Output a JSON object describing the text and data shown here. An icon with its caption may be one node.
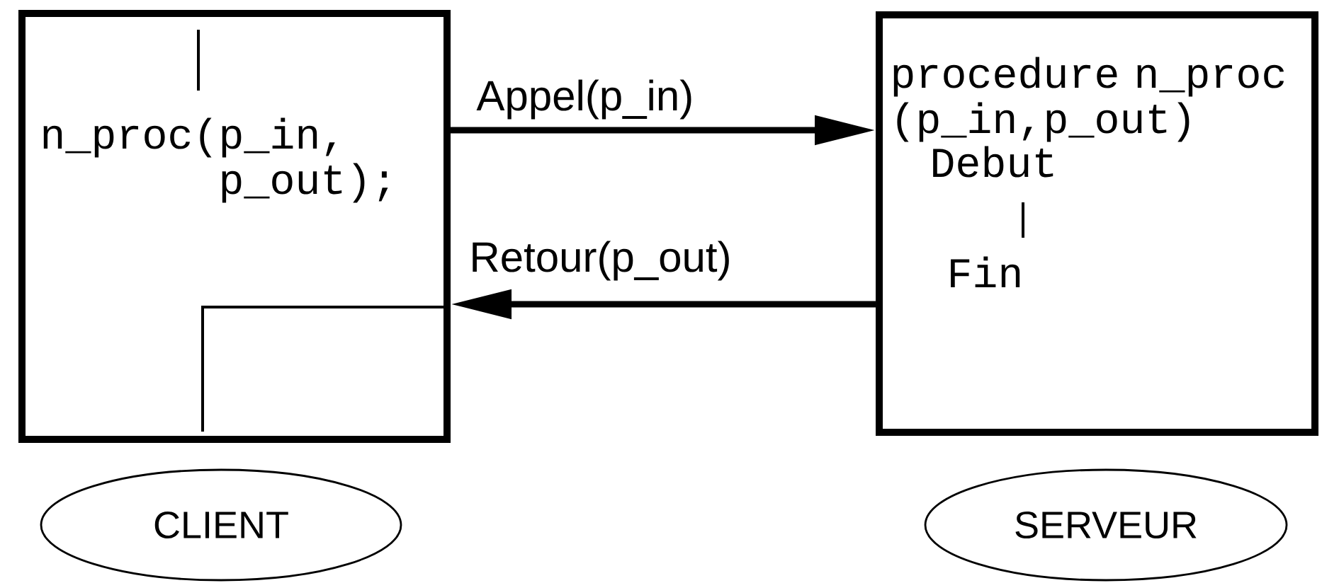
{
  "diagram": {
    "nodes": [
      {
        "text": [
          "n_proc(p_in, p_out);"
        ]
      },
      {
        "text": [
          "procedure n_proc (p_in,p_out)",
          "Debut",
          "Fin"
        ]
      },
      {
        "text": [
          "CLIENT"
        ]
      },
      {
        "text": [
          "SERVEUR"
        ]
      }
    ],
    "edges": [
      {
        "from": 0,
        "to": 1,
        "arrow": "to",
        "label": "Appel(p_in)"
      },
      {
        "from": 1,
        "to": 0,
        "arrow": "to",
        "label": "Retour(p_out)"
      }
    ]
  }
}
